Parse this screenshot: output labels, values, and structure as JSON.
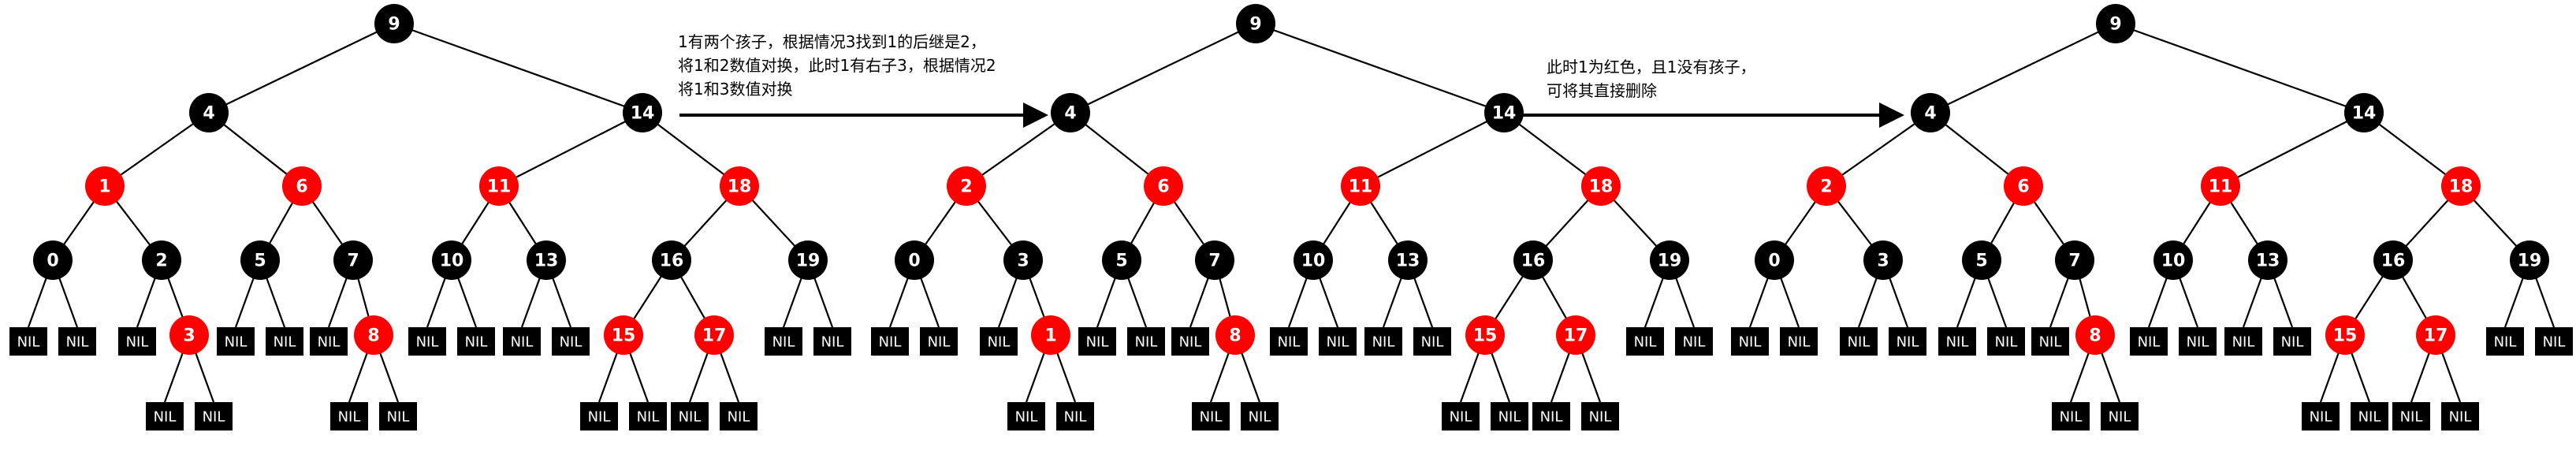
{
  "colors": {
    "black": "#000000",
    "red": "#ff0000",
    "label": "#ffffff"
  },
  "nil_label": "NIL",
  "trees": [
    {
      "name": "tree-step-1",
      "nodes": [
        {
          "id": "9",
          "label": "9",
          "color": "black",
          "parent": null
        },
        {
          "id": "4",
          "label": "4",
          "color": "black",
          "parent": "9"
        },
        {
          "id": "14",
          "label": "14",
          "color": "black",
          "parent": "9"
        },
        {
          "id": "1",
          "label": "1",
          "color": "red",
          "parent": "4"
        },
        {
          "id": "6",
          "label": "6",
          "color": "red",
          "parent": "4"
        },
        {
          "id": "0",
          "label": "0",
          "color": "black",
          "parent": "1"
        },
        {
          "id": "2",
          "label": "2",
          "color": "black",
          "parent": "1"
        },
        {
          "id": "3",
          "label": "3",
          "color": "red",
          "parent": "2"
        },
        {
          "id": "5",
          "label": "5",
          "color": "black",
          "parent": "6"
        },
        {
          "id": "7",
          "label": "7",
          "color": "black",
          "parent": "6"
        },
        {
          "id": "8",
          "label": "8",
          "color": "red",
          "parent": "7"
        },
        {
          "id": "11",
          "label": "11",
          "color": "red",
          "parent": "14"
        },
        {
          "id": "18",
          "label": "18",
          "color": "red",
          "parent": "14"
        },
        {
          "id": "10",
          "label": "10",
          "color": "black",
          "parent": "11"
        },
        {
          "id": "13",
          "label": "13",
          "color": "black",
          "parent": "11"
        },
        {
          "id": "16",
          "label": "16",
          "color": "black",
          "parent": "18"
        },
        {
          "id": "19",
          "label": "19",
          "color": "black",
          "parent": "18"
        },
        {
          "id": "15",
          "label": "15",
          "color": "red",
          "parent": "16"
        },
        {
          "id": "17",
          "label": "17",
          "color": "red",
          "parent": "16"
        }
      ],
      "nils": [
        {
          "parent": "0"
        },
        {
          "parent": "0"
        },
        {
          "parent": "2"
        },
        {
          "parent": "3"
        },
        {
          "parent": "3"
        },
        {
          "parent": "5"
        },
        {
          "parent": "5"
        },
        {
          "parent": "7"
        },
        {
          "parent": "8"
        },
        {
          "parent": "8"
        },
        {
          "parent": "10"
        },
        {
          "parent": "10"
        },
        {
          "parent": "13"
        },
        {
          "parent": "13"
        },
        {
          "parent": "15"
        },
        {
          "parent": "15"
        },
        {
          "parent": "17"
        },
        {
          "parent": "17"
        },
        {
          "parent": "19"
        },
        {
          "parent": "19"
        }
      ]
    },
    {
      "name": "tree-step-2",
      "nodes": [
        {
          "id": "9",
          "label": "9",
          "color": "black",
          "parent": null
        },
        {
          "id": "4",
          "label": "4",
          "color": "black",
          "parent": "9"
        },
        {
          "id": "14",
          "label": "14",
          "color": "black",
          "parent": "9"
        },
        {
          "id": "2",
          "label": "2",
          "color": "red",
          "parent": "4"
        },
        {
          "id": "6",
          "label": "6",
          "color": "red",
          "parent": "4"
        },
        {
          "id": "0",
          "label": "0",
          "color": "black",
          "parent": "2"
        },
        {
          "id": "3",
          "label": "3",
          "color": "black",
          "parent": "2"
        },
        {
          "id": "1",
          "label": "1",
          "color": "red",
          "parent": "3"
        },
        {
          "id": "5",
          "label": "5",
          "color": "black",
          "parent": "6"
        },
        {
          "id": "7",
          "label": "7",
          "color": "black",
          "parent": "6"
        },
        {
          "id": "8",
          "label": "8",
          "color": "red",
          "parent": "7"
        },
        {
          "id": "11",
          "label": "11",
          "color": "red",
          "parent": "14"
        },
        {
          "id": "18",
          "label": "18",
          "color": "red",
          "parent": "14"
        },
        {
          "id": "10",
          "label": "10",
          "color": "black",
          "parent": "11"
        },
        {
          "id": "13",
          "label": "13",
          "color": "black",
          "parent": "11"
        },
        {
          "id": "16",
          "label": "16",
          "color": "black",
          "parent": "18"
        },
        {
          "id": "19",
          "label": "19",
          "color": "black",
          "parent": "18"
        },
        {
          "id": "15",
          "label": "15",
          "color": "red",
          "parent": "16"
        },
        {
          "id": "17",
          "label": "17",
          "color": "red",
          "parent": "16"
        }
      ],
      "nils": [
        {
          "parent": "0"
        },
        {
          "parent": "0"
        },
        {
          "parent": "3"
        },
        {
          "parent": "1"
        },
        {
          "parent": "1"
        },
        {
          "parent": "5"
        },
        {
          "parent": "5"
        },
        {
          "parent": "7"
        },
        {
          "parent": "8"
        },
        {
          "parent": "8"
        },
        {
          "parent": "10"
        },
        {
          "parent": "10"
        },
        {
          "parent": "13"
        },
        {
          "parent": "13"
        },
        {
          "parent": "15"
        },
        {
          "parent": "15"
        },
        {
          "parent": "17"
        },
        {
          "parent": "17"
        },
        {
          "parent": "19"
        },
        {
          "parent": "19"
        }
      ]
    },
    {
      "name": "tree-step-3",
      "nodes": [
        {
          "id": "9",
          "label": "9",
          "color": "black",
          "parent": null
        },
        {
          "id": "4",
          "label": "4",
          "color": "black",
          "parent": "9"
        },
        {
          "id": "14",
          "label": "14",
          "color": "black",
          "parent": "9"
        },
        {
          "id": "2",
          "label": "2",
          "color": "red",
          "parent": "4"
        },
        {
          "id": "6",
          "label": "6",
          "color": "red",
          "parent": "4"
        },
        {
          "id": "0",
          "label": "0",
          "color": "black",
          "parent": "2"
        },
        {
          "id": "3",
          "label": "3",
          "color": "black",
          "parent": "2"
        },
        {
          "id": "5",
          "label": "5",
          "color": "black",
          "parent": "6"
        },
        {
          "id": "7",
          "label": "7",
          "color": "black",
          "parent": "6"
        },
        {
          "id": "8",
          "label": "8",
          "color": "red",
          "parent": "7"
        },
        {
          "id": "11",
          "label": "11",
          "color": "red",
          "parent": "14"
        },
        {
          "id": "18",
          "label": "18",
          "color": "red",
          "parent": "14"
        },
        {
          "id": "10",
          "label": "10",
          "color": "black",
          "parent": "11"
        },
        {
          "id": "13",
          "label": "13",
          "color": "black",
          "parent": "11"
        },
        {
          "id": "16",
          "label": "16",
          "color": "black",
          "parent": "18"
        },
        {
          "id": "19",
          "label": "19",
          "color": "black",
          "parent": "18"
        },
        {
          "id": "15",
          "label": "15",
          "color": "red",
          "parent": "16"
        },
        {
          "id": "17",
          "label": "17",
          "color": "red",
          "parent": "16"
        }
      ],
      "nils": [
        {
          "parent": "0"
        },
        {
          "parent": "0"
        },
        {
          "parent": "3"
        },
        {
          "parent": "3"
        },
        {
          "parent": "5"
        },
        {
          "parent": "5"
        },
        {
          "parent": "7"
        },
        {
          "parent": "8"
        },
        {
          "parent": "8"
        },
        {
          "parent": "10"
        },
        {
          "parent": "10"
        },
        {
          "parent": "13"
        },
        {
          "parent": "13"
        },
        {
          "parent": "15"
        },
        {
          "parent": "15"
        },
        {
          "parent": "17"
        },
        {
          "parent": "17"
        },
        {
          "parent": "19"
        },
        {
          "parent": "19"
        }
      ]
    }
  ],
  "annotations": {
    "step1": {
      "line1": "1有两个孩子，根据情况3找到1的后继是2，",
      "line2": "将1和2数值对换，此时1有右子3，根据情况2",
      "line3": "将1和3数值对换"
    },
    "step2": {
      "line1": "此时1为红色，且1没有孩子，",
      "line2": "可将其直接删除"
    }
  }
}
